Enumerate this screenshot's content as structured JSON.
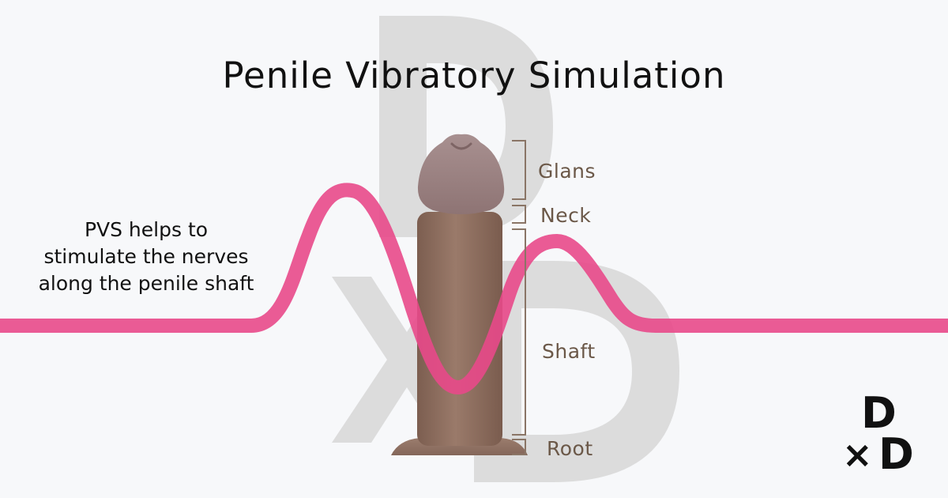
{
  "diagram": {
    "title": "Penile Vibratory Simulation",
    "caption_lines": [
      "PVS helps to",
      "stimulate the nerves",
      "along the penile shaft"
    ],
    "parts": {
      "glans": "Glans",
      "neck": "Neck",
      "shaft": "Shaft",
      "root": "Root"
    },
    "colors": {
      "background": "#f7f8fa",
      "wave": "#e8498a",
      "watermark": "#dcdcdc",
      "glans": "#9b8280",
      "shaft": "#8a6b5c",
      "label": "#6b5848",
      "bracket": "#8a7566"
    }
  },
  "logo": {
    "top": "D",
    "cross": "×",
    "bottom": "D"
  }
}
